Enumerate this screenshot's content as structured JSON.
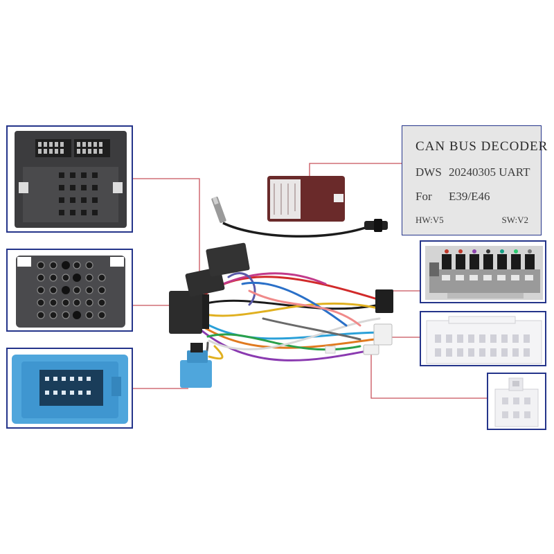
{
  "label_card": {
    "title": "CAN BUS DECODER",
    "line2_left": "DWS",
    "line2_right": "20240305 UART",
    "line3_left": "For",
    "line3_right": "E39/E46",
    "hw": "HW:V5",
    "sw": "SW:V2"
  },
  "colors": {
    "frame": "#24348a",
    "leader_line": "#c8505a",
    "connector_dark": "#3c3c3e",
    "connector_blue": "#4fa6dc",
    "connector_white": "#f2f2f4",
    "decoder_box": "#6a2a2a"
  }
}
